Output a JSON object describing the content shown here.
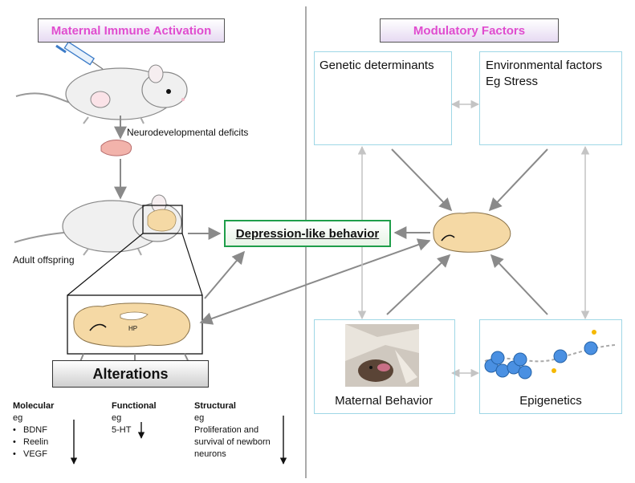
{
  "left_header": "Maternal Immune Activation",
  "right_header": "Modulatory Factors",
  "neurodev": "Neurodevelopmental deficits",
  "adult": "Adult offspring",
  "hp": "HP",
  "depression": "Depression-like behavior",
  "alterations": "Alterations",
  "genetic": "Genetic determinants",
  "environmental": [
    "Environmental factors",
    "Eg Stress"
  ],
  "maternal_behavior": "Maternal Behavior",
  "epigenetics": "Epigenetics",
  "molecular": {
    "title": "Molecular",
    "eg": "eg",
    "items": [
      "BDNF",
      "Reelin",
      "VEGF"
    ]
  },
  "functional": {
    "title": "Functional",
    "eg": "eg",
    "items": [
      "5-HT"
    ]
  },
  "structural": {
    "title": "Structural",
    "eg": "eg",
    "items": [
      "Proliferation and",
      "survival of newborn",
      "neurons"
    ]
  },
  "colors": {
    "header_text": "#e04ccf",
    "box_border": "#9fd7e6",
    "depression_border": "#1f9e4a",
    "brain_fill": "#f5d9a5",
    "arrow": "#8a8a8a",
    "dna": "#3b7bc8",
    "histone": "#4a90e2"
  }
}
